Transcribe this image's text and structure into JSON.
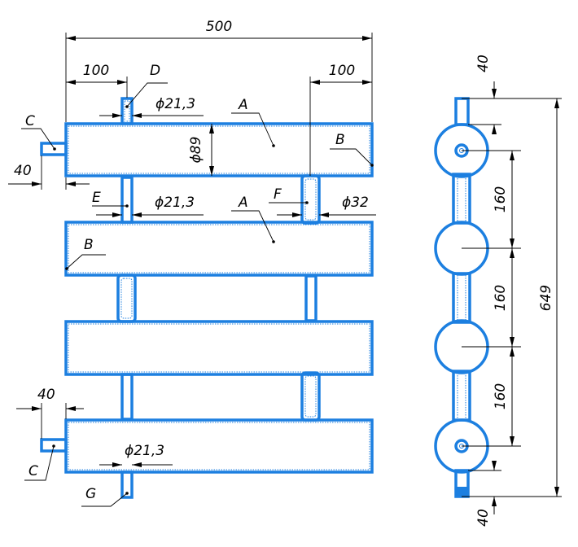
{
  "front_view": {
    "dim_overall_width": "500",
    "dim_offset_left": "100",
    "dim_offset_right": "100",
    "dim_inlet_top": "40",
    "dim_inlet_bottom": "40",
    "dia_pipe_top": "ϕ21,3",
    "dia_pipe_mid": "ϕ21,3",
    "dia_pipe_bottom": "ϕ21,3",
    "dia_tube": "ϕ89",
    "dia_connector": "ϕ32",
    "label_A1": "A",
    "label_A2": "A",
    "label_B1": "B",
    "label_B2": "B",
    "label_C1": "C",
    "label_C2": "C",
    "label_D": "D",
    "label_E": "E",
    "label_F": "F",
    "label_G": "G"
  },
  "side_view": {
    "dim_top": "40",
    "dim_pitch_1": "160",
    "dim_pitch_2": "160",
    "dim_pitch_3": "160",
    "dim_total_height": "649",
    "dim_bottom": "40"
  },
  "colors": {
    "outline": "#1c7fe0",
    "dimension": "#000000"
  }
}
